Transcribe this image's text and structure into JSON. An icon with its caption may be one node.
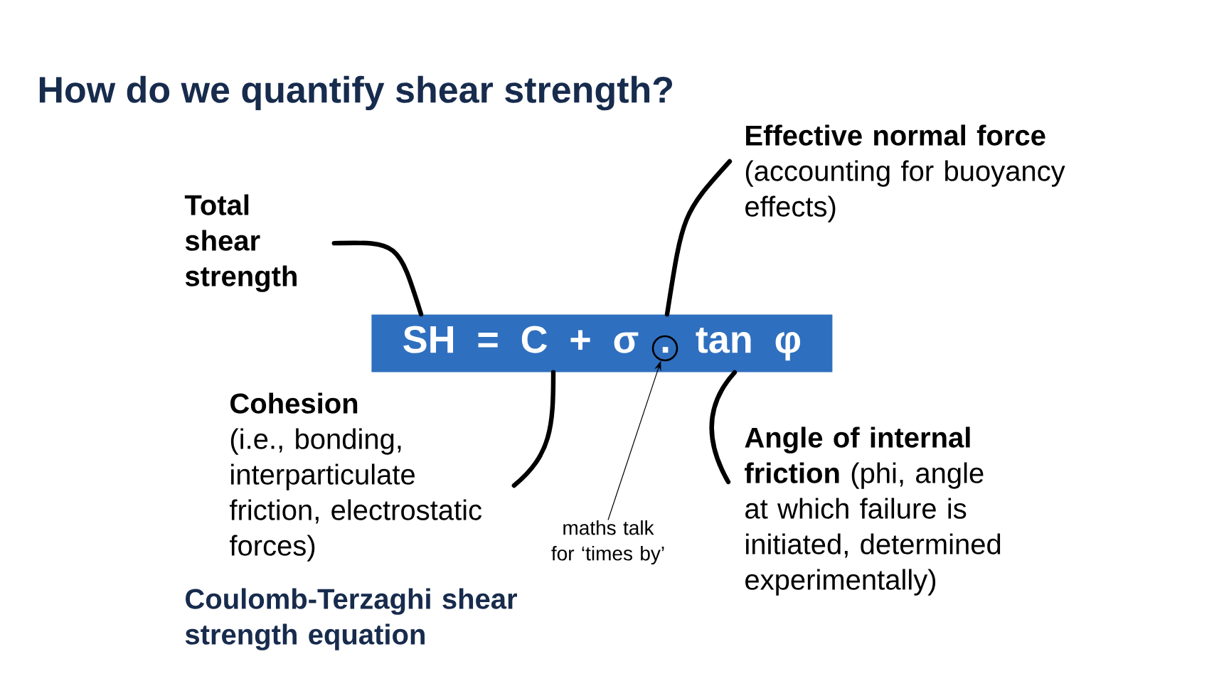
{
  "diagram": {
    "title": "How do we quantify shear strength?",
    "nodes": [
      {
        "text": [
          "SH = C + σ . tan φ"
        ]
      },
      {
        "text": [
          "Total shear strength"
        ]
      },
      {
        "text": [
          "Effective normal force",
          "(accounting for buoyancy effects)"
        ]
      },
      {
        "text": [
          "**Cohesion** (i.e., bonding, interparticulate friction, electrostatic forces)"
        ]
      },
      {
        "text": [],
        "shape": "circle",
        "in": 0
      },
      {
        "text": [
          "maths talk for ‘times by’"
        ]
      },
      {
        "text": [
          "**Angle of internal friction** (phi, angle at which failure is initiated, determined experimentally)"
        ]
      }
    ],
    "edges": [
      {
        "from": 1,
        "to": 0,
        "arrow": "none"
      },
      {
        "from": 2,
        "to": 0,
        "arrow": "none"
      },
      {
        "from": 3,
        "to": 0,
        "arrow": "none"
      },
      {
        "from": 5,
        "to": 4,
        "arrow": "to"
      },
      {
        "from": 6,
        "to": 0,
        "arrow": "none"
      }
    ],
    "labels": [
      "Coulomb-Terzaghi shear strength equation"
    ]
  }
}
